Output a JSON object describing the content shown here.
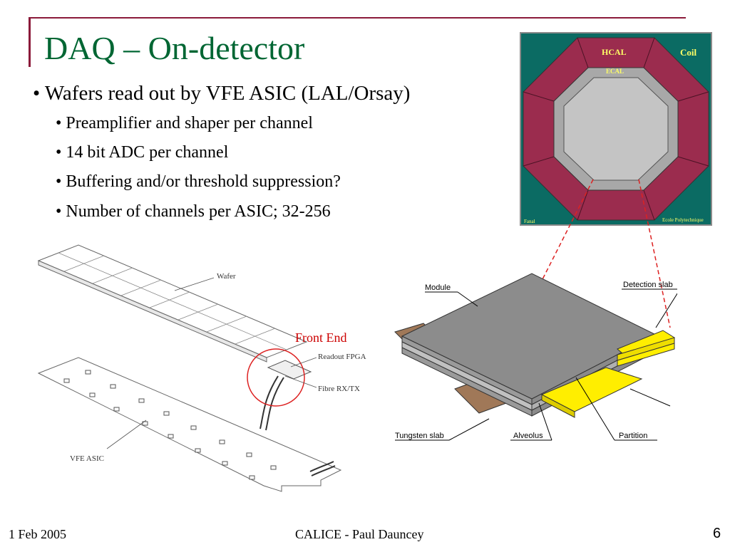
{
  "slide": {
    "title": "DAQ – On-detector",
    "bullets": [
      "• Wafers read out by VFE ASIC (LAL/Orsay)",
      "• Preamplifier and shaper per channel",
      "• 14 bit ADC per channel",
      "• Buffering and/or threshold suppression?",
      "• Number of channels per ASIC; 32-256"
    ]
  },
  "detector_image": {
    "hcal": "HCAL",
    "ecal": "ECAL",
    "coil": "Coil",
    "credit_left": "Fanal",
    "credit_right": "Ecole Polytechnique"
  },
  "slab_image": {
    "wafer": "Wafer",
    "front_end": "Front End",
    "readout_fpga": "Readout FPGA",
    "fibre": "Fibre RX/TX",
    "vfe_asic": "VFE ASIC"
  },
  "module_image": {
    "module": "Module",
    "detection_slab": "Detection slab",
    "tungsten_slab": "Tungsten slab",
    "alveolus": "Alveolus",
    "partition": "Partition"
  },
  "footer": {
    "date": "1 Feb 2005",
    "center": "CALICE - Paul Dauncey",
    "page": "6"
  },
  "colors": {
    "title": "#006633",
    "rule": "#8b1a3a",
    "front_end_label": "#cc0000",
    "hcal_fill": "#9b2c4e",
    "coil_fill": "#0b6b63"
  }
}
